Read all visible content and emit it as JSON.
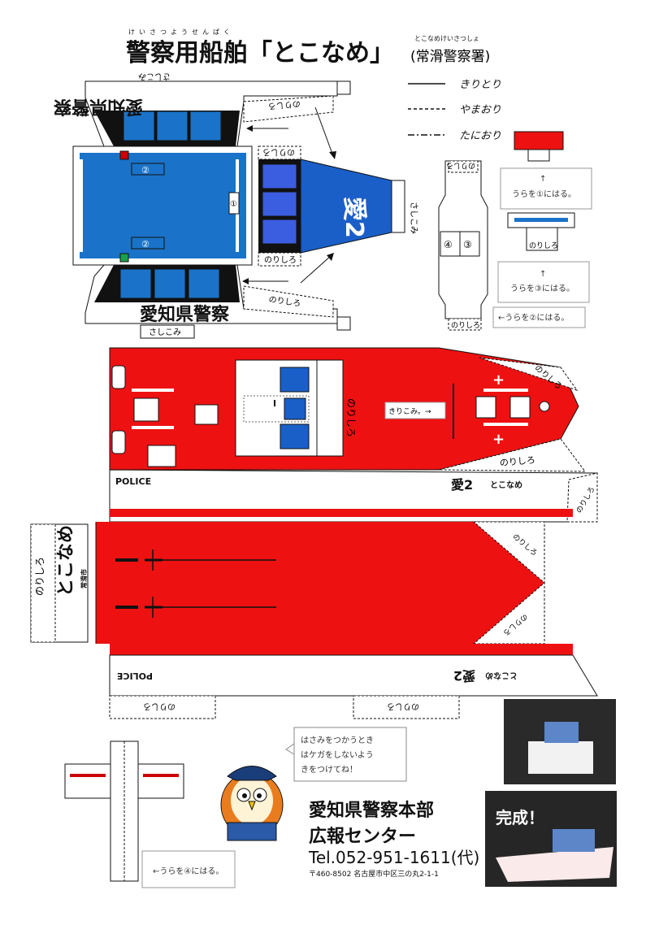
{
  "title": {
    "main": "警察用船舶「とこなめ」",
    "station": "(常滑警察署)",
    "ruby_main": "けいさつようせんぱく",
    "ruby_station": "とこなめけいさつしょ"
  },
  "legend": [
    {
      "label": "きりとり",
      "line": "solid"
    },
    {
      "label": "やまおり",
      "line": "dashed"
    },
    {
      "label": "たにおり",
      "line": "dashdot"
    }
  ],
  "labels": {
    "aichi_police": "愛知県警察",
    "sashikomi": "さしこみ",
    "norishiro": "のりしろ",
    "ai2": "愛2",
    "police": "POLICE",
    "tokoname": "とこなめ",
    "tokoname_station": "常滑市",
    "kirikomi": "きりこみ。→",
    "num1": "①",
    "num2": "②",
    "num3": "③",
    "num4": "④"
  },
  "notes": {
    "ura1": "うらを①にはる。",
    "ura3": "うらを③にはる。",
    "ura2": "←うらを②にはる。",
    "ura4": "←うらを④にはる。",
    "arrow": "↑"
  },
  "speech": [
    "はさみをつかうとき",
    "はケガをしないよう",
    "きをつけてね！"
  ],
  "org": {
    "name1": "愛知県警察本部",
    "name2": "広報センター",
    "tel": "Tel.052-951-1611(代)",
    "address": "〒460-8502 名古屋市中区三の丸2-1-1"
  },
  "photo": {
    "complete": "完成！"
  },
  "colors": {
    "red": "#ee1111",
    "blue": "#1a73c8",
    "darkblue": "#1850b0",
    "black": "#111111"
  }
}
